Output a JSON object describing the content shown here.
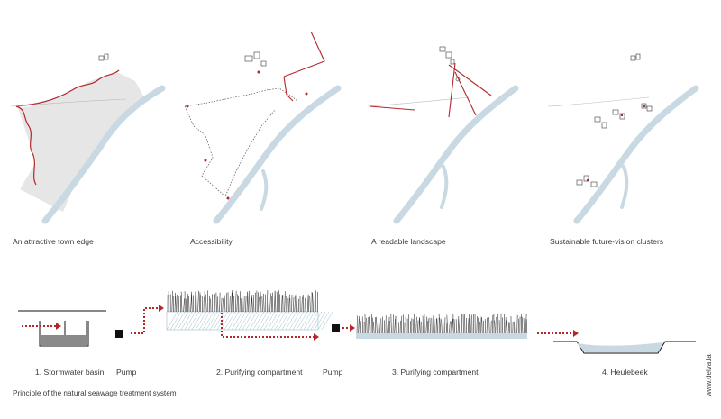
{
  "maps": [
    {
      "caption": "An attractive town edge"
    },
    {
      "caption": "Accessibility"
    },
    {
      "caption": "A readable landscape"
    },
    {
      "caption": "Sustainable future-vision clusters"
    }
  ],
  "process_steps": [
    {
      "label": "1. Stormwater basin"
    },
    {
      "label": "Pump"
    },
    {
      "label": "2. Purifying compartment"
    },
    {
      "label": "Pump"
    },
    {
      "label": "3. Purifying compartment"
    },
    {
      "label": "4. Heulebeek"
    }
  ],
  "diagram_caption": "Principle of the natural seawage treatment system",
  "credit": "www.delva.la",
  "colors": {
    "river": "#c9d9e3",
    "highlight_red": "#b3262a",
    "area_fill": "#e6e6e6",
    "reed": "#333333",
    "hatch": "#9fbccb"
  }
}
